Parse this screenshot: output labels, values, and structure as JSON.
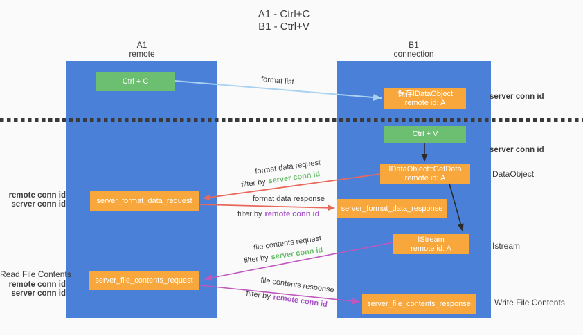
{
  "title": {
    "line1": "A1 - Ctrl+C",
    "line2": "B1 - Ctrl+V"
  },
  "lanes": {
    "left": {
      "name": "A1",
      "role": "remote"
    },
    "right": {
      "name": "B1",
      "role": "connection"
    }
  },
  "nodes": {
    "ctrl_c": {
      "label": "Ctrl + C"
    },
    "save_dataobject": {
      "line1": "保存IDataObject",
      "line2": "remote id: A"
    },
    "ctrl_v": {
      "label": "Ctrl + V"
    },
    "getdata": {
      "line1": "IDataObject::GetData",
      "line2": "remote id: A"
    },
    "istream": {
      "line1": "IStream",
      "line2": "remote id: A"
    },
    "format_request": {
      "label": "server_format_data_request"
    },
    "format_response": {
      "label": "server_format_data_response"
    },
    "file_request": {
      "label": "server_file_contents_request"
    },
    "file_response": {
      "label": "server_file_contents_response"
    }
  },
  "flow_labels": {
    "format_list": "format list",
    "format_data_request": "format data request",
    "format_data_response": "format data response",
    "file_contents_request": "file contents request",
    "file_contents_response": "file contents response",
    "filter_by": "filter by",
    "server_conn_id": "server conn id",
    "remote_conn_id": "remote conn id"
  },
  "side_labels": {
    "server_conn_id": "server conn id",
    "remote_conn_id": "remote conn id",
    "dataobject": "DataObject",
    "istream": "Istream",
    "read_file_contents": "Read File Contents",
    "write_file_contents": "Write File Contents"
  },
  "colors": {
    "lane_blue": "#4a80d8",
    "node_green": "#6cbe70",
    "node_orange": "#f7a73c",
    "arrow_blue": "#a9d2f0",
    "arrow_red": "#e8695c",
    "arrow_magenta": "#bf57bf",
    "arrow_black": "#2b2b2b",
    "text_green": "#67bd68",
    "text_purple": "#a855c8",
    "text_dark": "#3f3f3f",
    "background": "#fafafa"
  }
}
